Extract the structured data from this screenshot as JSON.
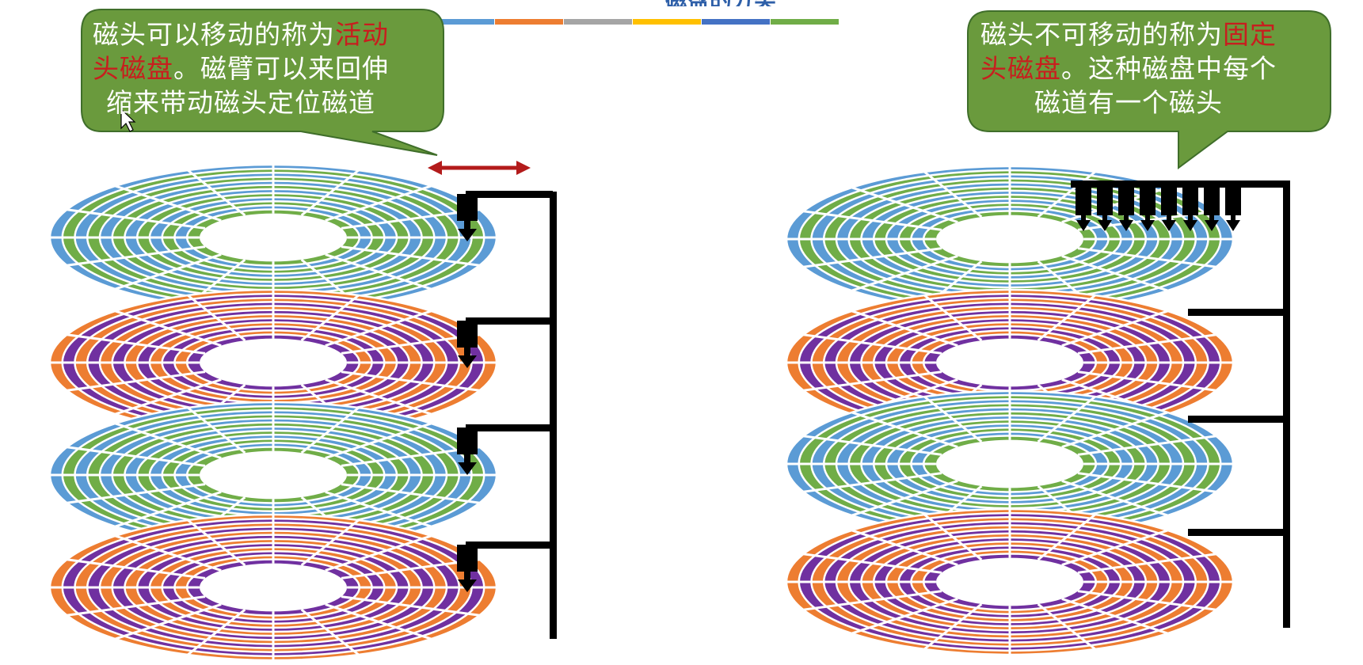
{
  "slide": {
    "title_peek": "磁盘的分类"
  },
  "legend": {
    "colors": [
      "#5b9bd5",
      "#ed7d31",
      "#a5a5a5",
      "#ffc000",
      "#4472c4",
      "#70ad47"
    ]
  },
  "palette": {
    "blue": "#5b9bd5",
    "green": "#70ad47",
    "orange": "#ed7d31",
    "purple": "#7030a0",
    "callout_fill": "#6a9a3d",
    "callout_stroke": "#3f6e2a",
    "highlight": "#c81e1e",
    "arrow": "#b31b1b",
    "arm": "#000000"
  },
  "callouts": {
    "movable": {
      "line1_plain": "磁头可以移动的称为",
      "line1_hl": "活动",
      "line2_hl": "头磁盘",
      "line2_plain": "。磁臂可以来回伸",
      "line3": "缩来带动磁头定位磁道"
    },
    "fixed": {
      "line1_plain": "磁头不可移动的称为",
      "line1_hl": "固定",
      "line2_hl": "头磁盘",
      "line2_plain": "。这种磁盘中每个",
      "line3": "磁道有一个磁头"
    }
  },
  "stacks": {
    "movable_head": {
      "platter_color_schemes": [
        [
          "blue",
          "green"
        ],
        [
          "orange",
          "purple"
        ],
        [
          "blue",
          "green"
        ],
        [
          "orange",
          "purple"
        ]
      ],
      "heads_per_platter": 1,
      "arm_moves": true
    },
    "fixed_head": {
      "platter_color_schemes": [
        [
          "blue",
          "green"
        ],
        [
          "orange",
          "purple"
        ],
        [
          "blue",
          "green"
        ],
        [
          "orange",
          "purple"
        ]
      ],
      "heads_on_top_platter": 8,
      "arm_moves": false
    }
  }
}
